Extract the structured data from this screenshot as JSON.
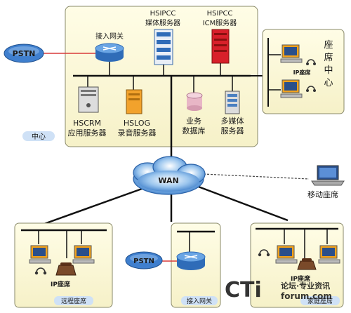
{
  "center_zone": {
    "label": "中心",
    "access_gateway": "接入网关",
    "pstn": "PSTN",
    "hsipcc_media_line1": "HSIPCC",
    "hsipcc_media_line2": "媒体服务器",
    "hsipcc_icm_line1": "HSIPCC",
    "hsipcc_icm_line2": "ICM服务器",
    "hscrm_line1": "HSCRM",
    "hscrm_line2": "应用服务器",
    "hslog_line1": "HSLOG",
    "hslog_line2": "录音服务器",
    "business_db_line1": "业务",
    "business_db_line2": "数据库",
    "multimedia_line1": "多媒体",
    "multimedia_line2": "服务器"
  },
  "seat_center": {
    "title_chars": [
      "座",
      "席",
      "中",
      "心"
    ],
    "ip_seat": "IP座席"
  },
  "wan": {
    "label": "WAN"
  },
  "mobile_seat": {
    "label": "移动座席"
  },
  "remote_seat": {
    "ip_seat": "IP座席",
    "tag": "远程座席"
  },
  "access_zone": {
    "pstn": "PSTN",
    "tag": "接入网关"
  },
  "home_seat": {
    "ip_seat": "IP座席",
    "tag": "家庭座席"
  },
  "watermark": {
    "brand": "CTi",
    "line1": "论坛·专业资讯",
    "line2": "forum.com"
  },
  "colors": {
    "zone_fill": "#fdfbd9",
    "zone_border": "#8a8a6a",
    "pstn_fill": "#3f7fce",
    "router_fill": "#4e8fd4",
    "server_red": "#d8202a",
    "server_orange": "#f2a22c",
    "db_pink": "#e8b6c6",
    "pc_orange": "#f2a21c",
    "tag_fill": "#cfe1f6",
    "red_link": "#d93a3a"
  }
}
